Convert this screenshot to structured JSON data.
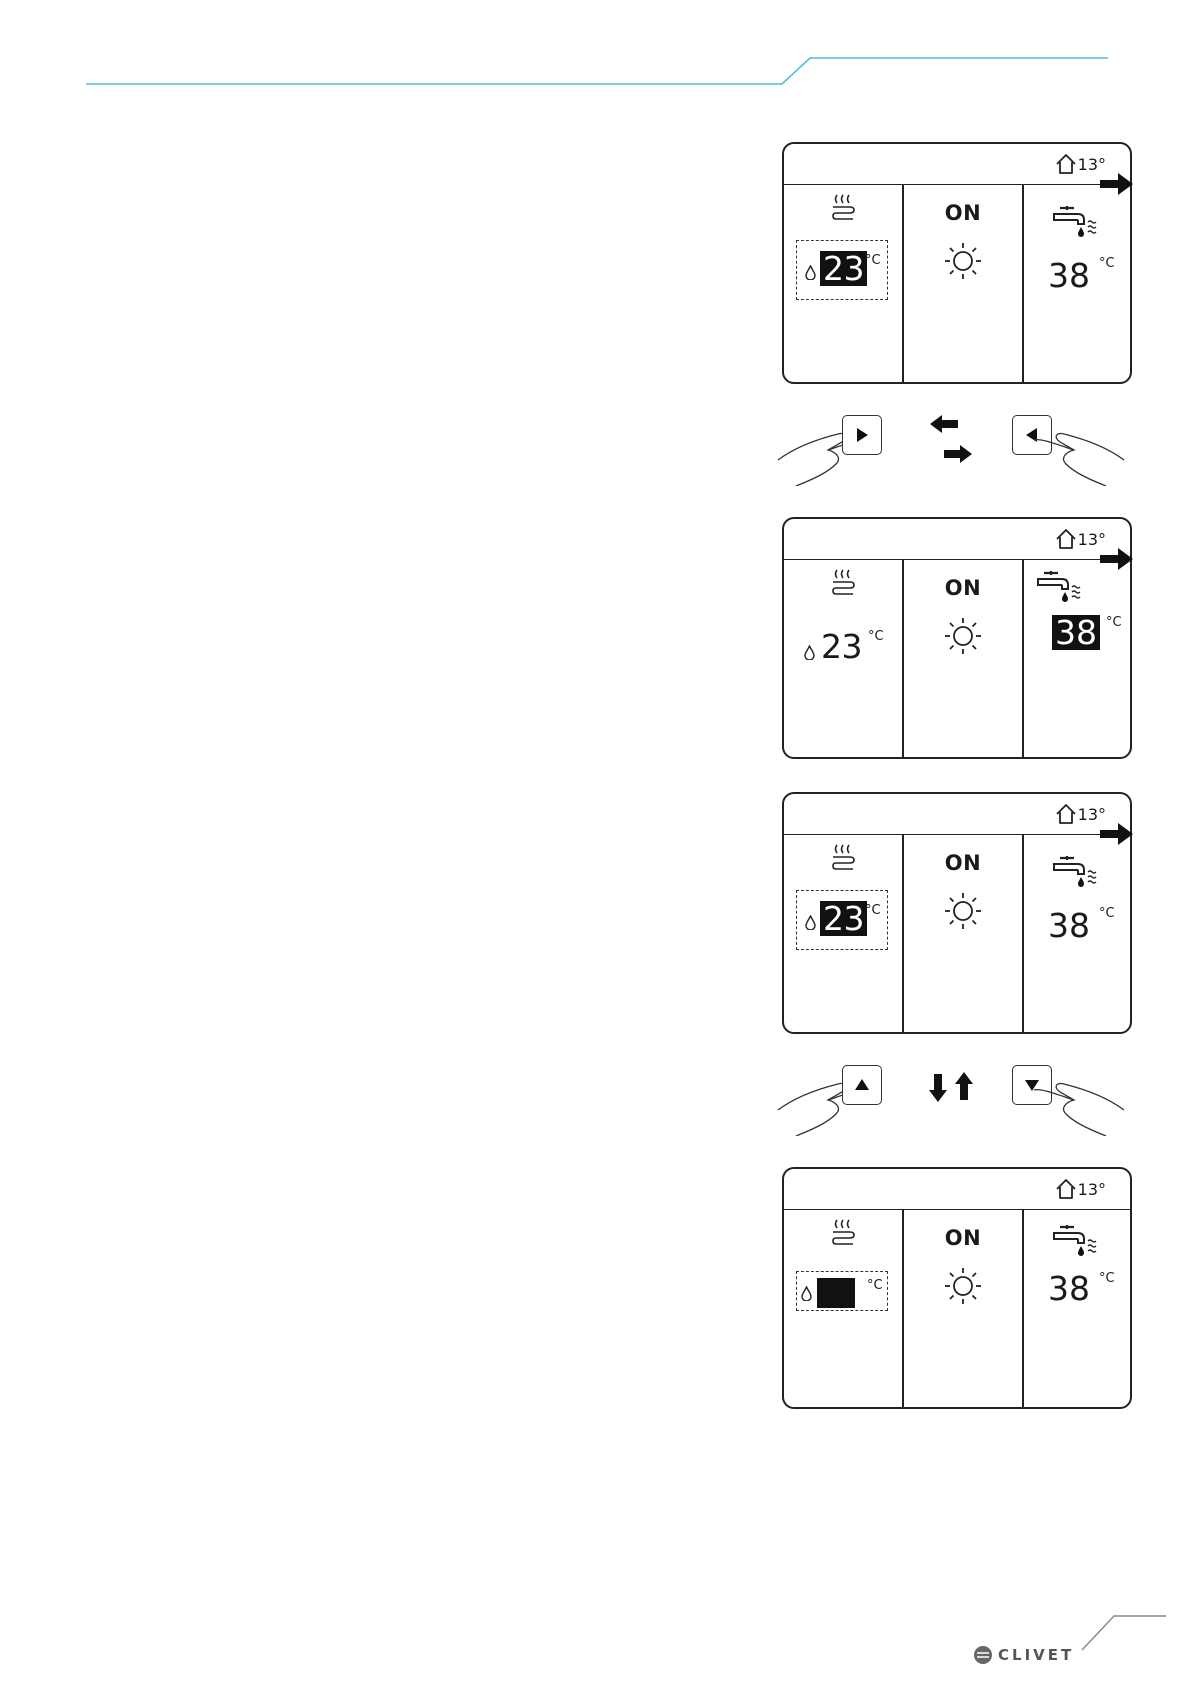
{
  "header": {
    "accent_color": "#4fbfd8"
  },
  "screens": [
    {
      "outdoor_temp": "13°",
      "heat_value": "23",
      "heat_unit": "°C",
      "mode_label": "ON",
      "dhw_value": "38",
      "dhw_unit": "°C"
    },
    {
      "outdoor_temp": "13°",
      "heat_value": "23",
      "heat_unit": "°C",
      "mode_label": "ON",
      "dhw_value": "38",
      "dhw_unit": "°C"
    },
    {
      "outdoor_temp": "13°",
      "heat_value": "23",
      "heat_unit": "°C",
      "mode_label": "ON",
      "dhw_value": "38",
      "dhw_unit": "°C"
    },
    {
      "outdoor_temp": "13°",
      "heat_value": "",
      "heat_unit": "°C",
      "mode_label": "ON",
      "dhw_value": "38",
      "dhw_unit": "°C"
    }
  ],
  "icons": {
    "outdoor": "house-icon",
    "heating": "heating-icon",
    "water": "drop-icon",
    "mode": "sun-icon",
    "dhw": "tap-icon",
    "next": "arrow-right-icon"
  },
  "controls": {
    "row1": {
      "left_key": "right-key",
      "right_key": "left-key",
      "center": "left-right-arrows-icon"
    },
    "row2": {
      "left_key": "up-key",
      "right_key": "down-key",
      "center": "down-up-arrows-icon"
    }
  },
  "footer": {
    "brand": "CLIVET"
  }
}
